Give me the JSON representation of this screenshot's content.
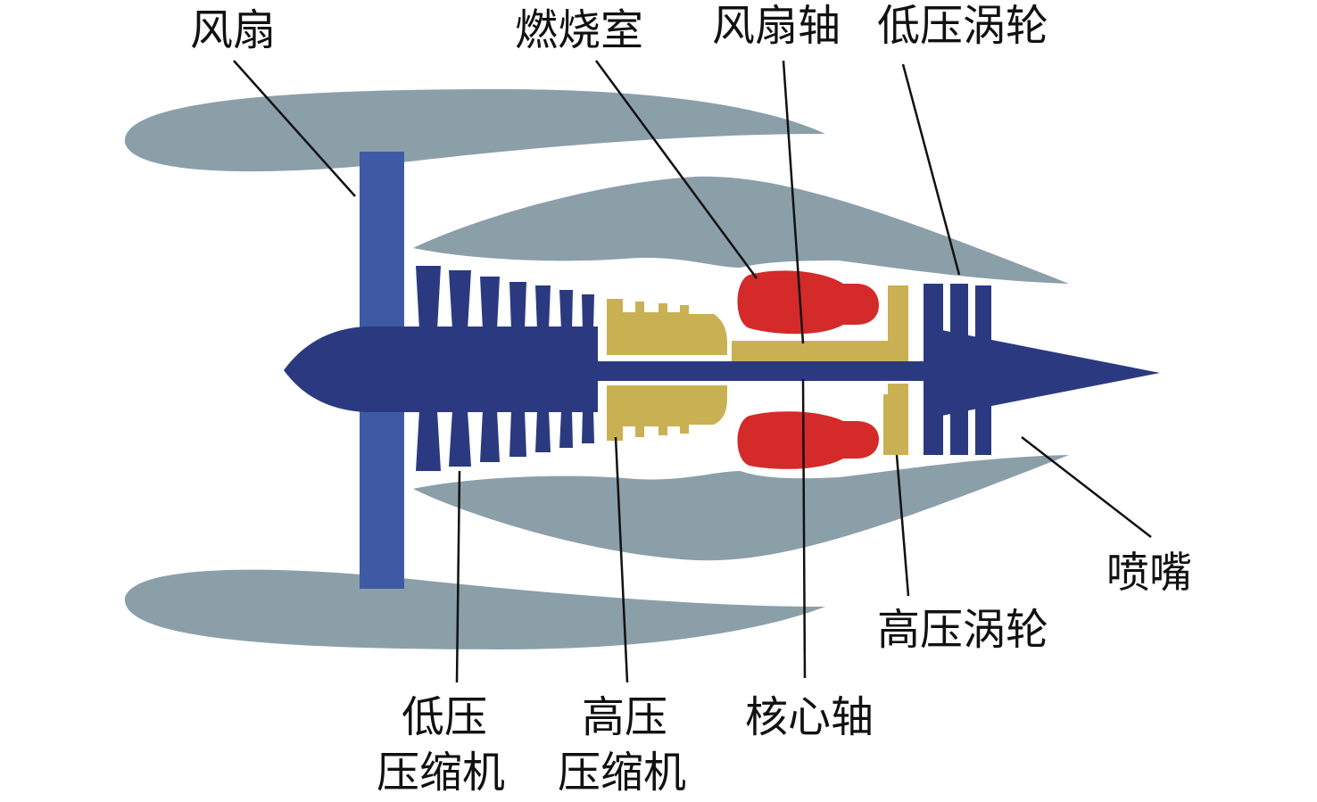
{
  "title": "Turbofan engine structure",
  "labels": {
    "fan": "风扇",
    "combustor": "燃烧室",
    "fan_shaft": "风扇轴",
    "lp_turbine": "低压涡轮",
    "nozzle": "喷嘴",
    "hp_turbine": "高压涡轮",
    "lp_compressor_1": "低压",
    "lp_compressor_2": "压缩机",
    "hp_compressor_1": "高压",
    "hp_compressor_2": "压缩机",
    "core_shaft": "核心轴"
  },
  "colors": {
    "nacelle": "#8b9fa9",
    "fan": "#3f5aa5",
    "core": "#2b3a80",
    "hp_compressor": "#c9b153",
    "combustor": "#d42a2a",
    "leader": "#111111"
  }
}
